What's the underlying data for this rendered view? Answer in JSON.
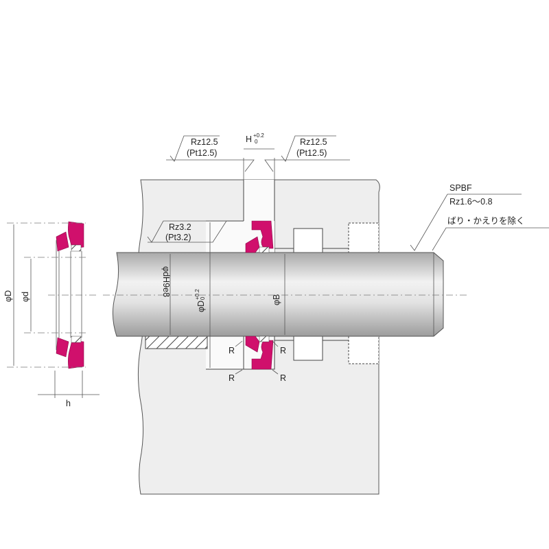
{
  "colors": {
    "seal": "#d0106c",
    "housing": "#eeeeee",
    "rod": "#c8c8c8",
    "line": "#444444"
  },
  "labels": {
    "surface_left_top": [
      "Rz12.5",
      "(Pt12.5)"
    ],
    "surface_right_top": [
      "Rz12.5",
      "(Pt12.5)"
    ],
    "groove_width": {
      "symbol": "H",
      "upper_tol": "+0.2",
      "lower_tol": "0"
    },
    "surface_bore": [
      "Rz3.2",
      "(Pt3.2)"
    ],
    "rod_finish": [
      "SPBF",
      "Rz1.6～0.8",
      "ばり・かえりを除く"
    ],
    "rod_diameter": "φdH9e8",
    "groove_diameter": {
      "symbol": "φD",
      "upper_tol": "+0.2",
      "lower_tol": "0"
    },
    "bore_diameter": "φB",
    "radius": "R",
    "seal_outer_diameter": "φD",
    "seal_inner_diameter": "φd",
    "seal_height": "h"
  }
}
